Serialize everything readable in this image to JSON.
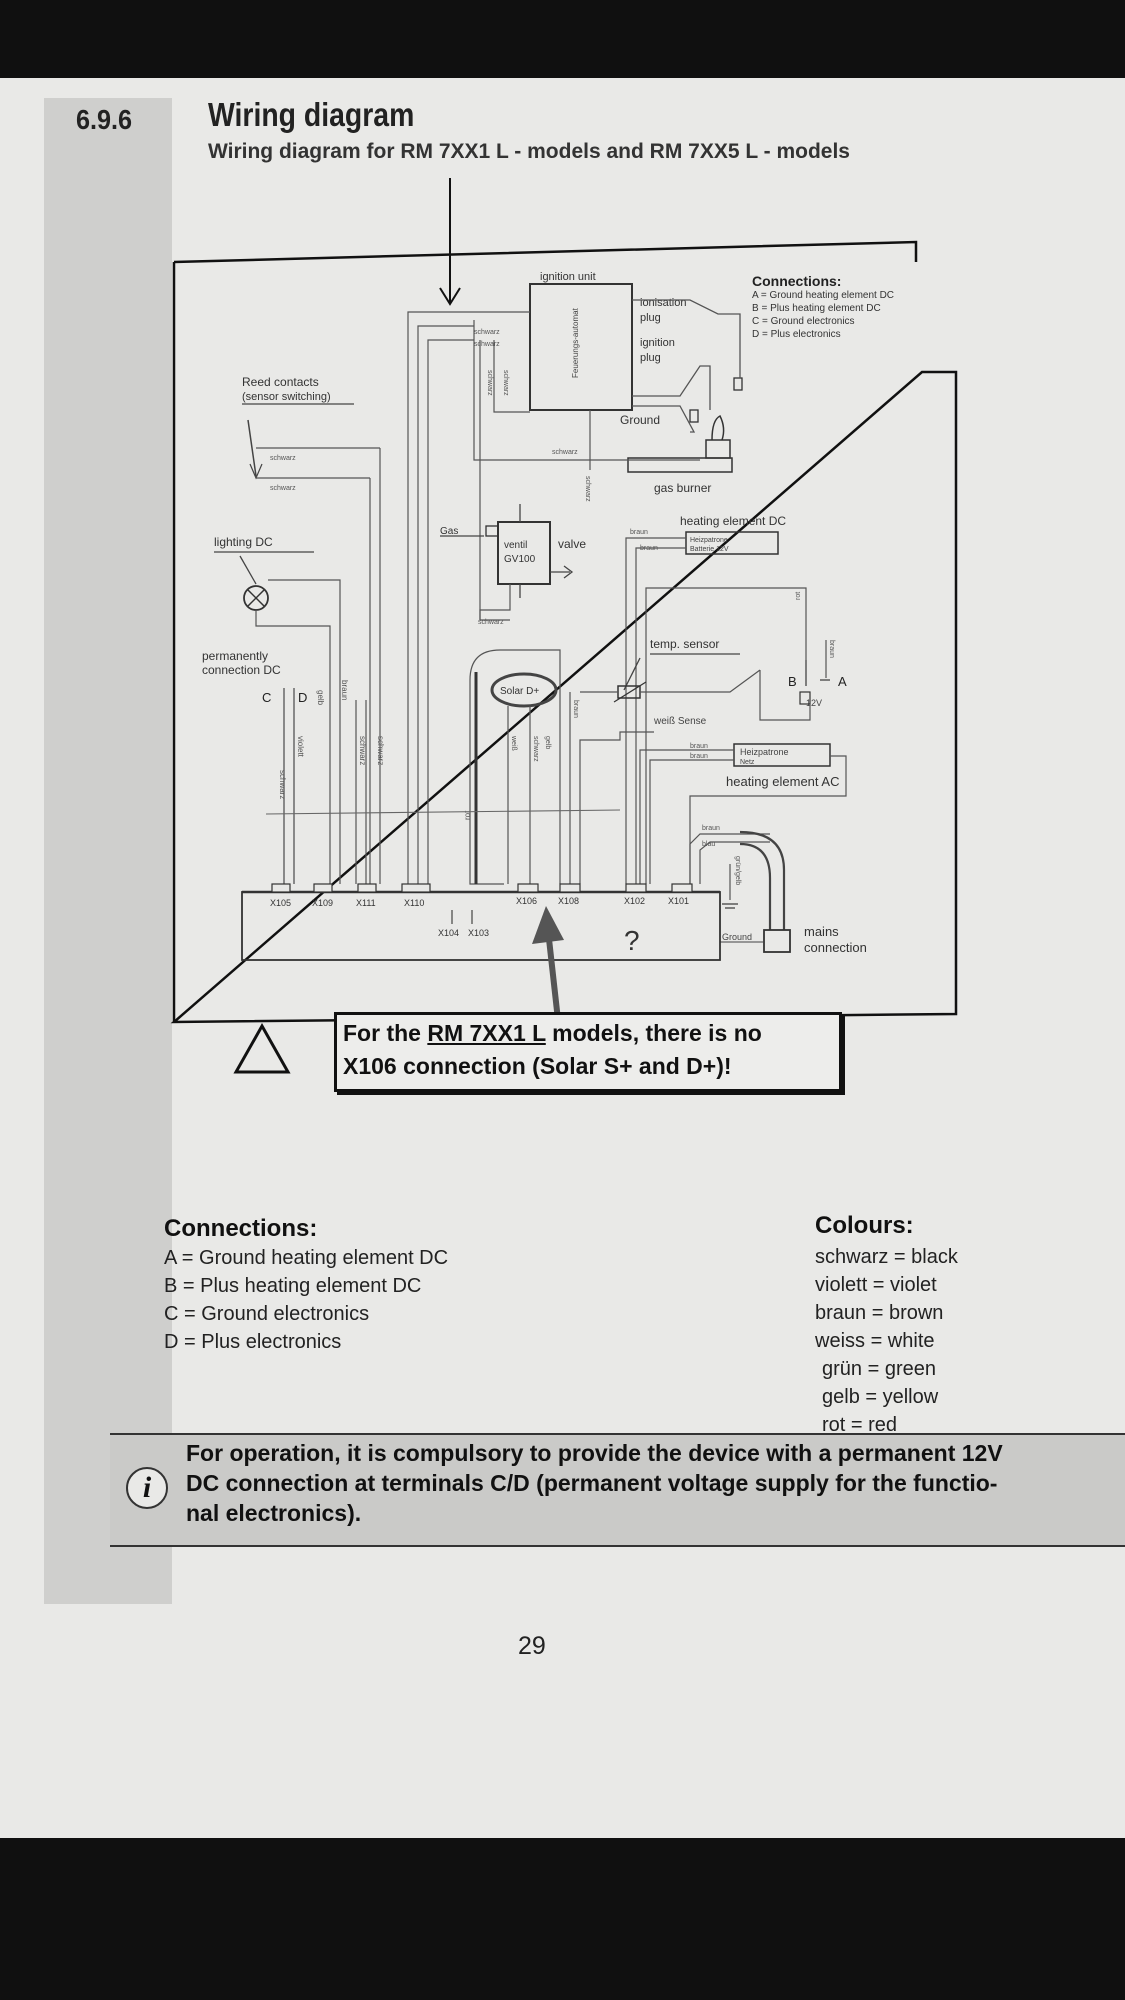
{
  "section": {
    "number": "6.9.6",
    "title": "Wiring diagram",
    "subtitle": "Wiring diagram for RM 7XX1 L - models and RM 7XX5 L - models"
  },
  "diagram": {
    "ignition_unit": "ignition unit",
    "ignition_unit_inner": "Feuerungs-automat",
    "ionisation_plug": [
      "ionisation",
      "plug"
    ],
    "ignition_plug": [
      "ignition",
      "plug"
    ],
    "ground": "Ground",
    "gas_burner": "gas burner",
    "connections_title": "Connections:",
    "connections_small": [
      "A = Ground heating element DC",
      "B = Plus heating element DC",
      "C = Ground electronics",
      "D = Plus electronics"
    ],
    "reed_contacts": [
      "Reed contacts",
      "(sensor switching)"
    ],
    "lighting_dc": "lighting DC",
    "permanently_connection": [
      "permanently",
      "connection DC"
    ],
    "c_label": "C",
    "d_label": "D",
    "gas": "Gas",
    "valve_inner": [
      "ventil",
      "GV100"
    ],
    "valve": "valve",
    "heating_element_dc": "heating element DC",
    "heating_element_dc_box": [
      "Heizpatrone",
      "Batterie 12V"
    ],
    "temp_sensor": "temp. sensor",
    "weiss_sense": "weiß Sense",
    "solar": "Solar D+",
    "heating_element_ac": "heating element AC",
    "heating_element_ac_box": [
      "Heizpatrone",
      "Netz"
    ],
    "b_label": "B",
    "a_label": "A",
    "twelve_v": "12V",
    "mains_connection": [
      "mains",
      "connection"
    ],
    "ground_small": "Ground",
    "question": "?",
    "terminals": [
      "X105",
      "X109",
      "X111",
      "X110",
      "X104",
      "X103",
      "X106",
      "X108",
      "X102",
      "X101"
    ],
    "wires": {
      "schwarz": "schwarz",
      "violett": "violett",
      "gelb": "gelb",
      "braun": "braun",
      "weiss": "weiß",
      "rot": "rot",
      "blau": "blau",
      "gruengelb": "grün/gelb"
    }
  },
  "note": {
    "prefix": "For the ",
    "model": "RM 7XX1 L",
    "suffix": " models, there is no",
    "line2": "X106 connection  (Solar S+  and  D+)!"
  },
  "connections": {
    "heading": "Connections:",
    "items": [
      "A = Ground heating element DC",
      "B = Plus heating element DC",
      "C = Ground electronics",
      "D = Plus electronics"
    ]
  },
  "colours": {
    "heading": "Colours:",
    "items": [
      "schwarz = black",
      "violett = violet",
      "braun = brown",
      "weiss = white",
      "grün = green",
      "gelb = yellow",
      "rot = red"
    ]
  },
  "info": {
    "lines": [
      "For operation, it is compulsory to provide the device with a permanent 12V",
      "DC connection at terminals C/D (permanent voltage supply for the functio-",
      "nal electronics)."
    ]
  },
  "page_number": "29"
}
